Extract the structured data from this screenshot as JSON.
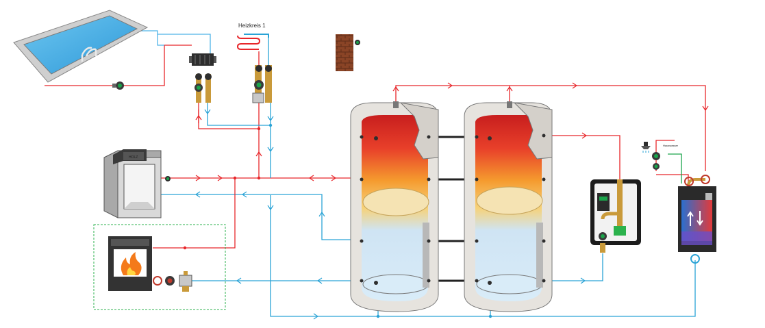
{
  "labels": {
    "heating_circuit": "Heizkreis 1",
    "stove_plate": "HOLZ",
    "drinking_water": "Hauswasser"
  },
  "colors": {
    "supply": "#e8262a",
    "return": "#2aa3d6",
    "cold_water": "#2aa3d6",
    "drinking_water": "#1aa34a",
    "pool_water": "#4fb3e8",
    "tank_shell": "#e6e3de",
    "chimney": "#8b4a2b",
    "fire_enclosure": "#2bb24c"
  },
  "icons": {
    "pool": "swimming-pool-icon",
    "plate_heat_exchanger": "heat-exchanger-icon",
    "underfloor_coil": "floor-heating-coil-icon",
    "chimney": "chimney-icon",
    "wood_boiler": "wood-boiler-icon",
    "stove": "wood-stove-icon",
    "fresh_water_station": "fresh-water-station-icon",
    "heat_pump_module": "heat-pump-module-icon",
    "shower": "shower-icon",
    "pump": "circulation-pump-icon",
    "sensor": "temperature-sensor-icon"
  }
}
